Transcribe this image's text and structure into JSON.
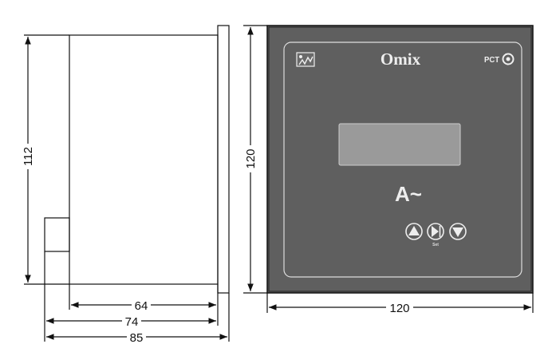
{
  "side_view": {
    "height_dim": "112",
    "depth_dims": [
      "64",
      "74",
      "85"
    ]
  },
  "front_view": {
    "height_dim": "120",
    "width_dim": "120",
    "brand": "Omix",
    "cert_mark": "PCT",
    "unit_label": "A~",
    "buttons": {
      "up": "up",
      "set": "Set",
      "down": "down"
    },
    "panel_color": "#5f5f5f",
    "display_color": "#9a9a9a"
  }
}
